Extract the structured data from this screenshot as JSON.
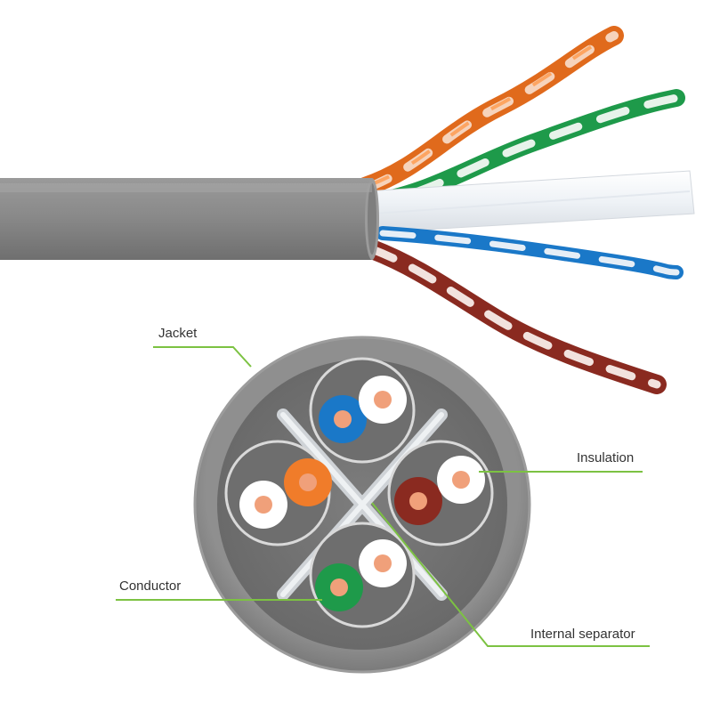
{
  "labels": {
    "jacket": "Jacket",
    "insulation": "Insulation",
    "conductor": "Conductor",
    "internal_separator": "Internal separator"
  },
  "colors": {
    "jacket": "#8c8c8c",
    "callout_line": "#7cc242",
    "copper": "#f0a07a",
    "orange": "#f07c2a",
    "green": "#1e9a4a",
    "blue": "#1a78c8",
    "brown": "#8a2a20",
    "white": "#ffffff"
  }
}
